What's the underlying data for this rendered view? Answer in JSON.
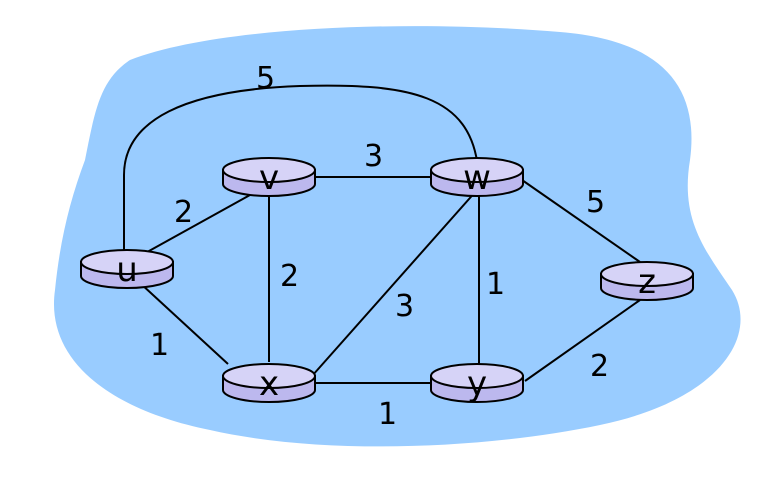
{
  "colors": {
    "cloud": "#99ccff",
    "router_body": "#bcb8ee",
    "router_top": "#d6d3f7",
    "edge": "#000000"
  },
  "nodes": [
    {
      "id": "u",
      "label": "u"
    },
    {
      "id": "v",
      "label": "v"
    },
    {
      "id": "w",
      "label": "w"
    },
    {
      "id": "x",
      "label": "x"
    },
    {
      "id": "y",
      "label": "y"
    },
    {
      "id": "z",
      "label": "z"
    }
  ],
  "edges": [
    {
      "id": "u-w",
      "from": "u",
      "to": "w",
      "weight": "5"
    },
    {
      "id": "u-v",
      "from": "u",
      "to": "v",
      "weight": "2"
    },
    {
      "id": "u-x",
      "from": "u",
      "to": "x",
      "weight": "1"
    },
    {
      "id": "v-w",
      "from": "v",
      "to": "w",
      "weight": "3"
    },
    {
      "id": "v-x",
      "from": "v",
      "to": "x",
      "weight": "2"
    },
    {
      "id": "x-w",
      "from": "x",
      "to": "w",
      "weight": "3"
    },
    {
      "id": "x-y",
      "from": "x",
      "to": "y",
      "weight": "1"
    },
    {
      "id": "w-y",
      "from": "w",
      "to": "y",
      "weight": "1"
    },
    {
      "id": "w-z",
      "from": "w",
      "to": "z",
      "weight": "5"
    },
    {
      "id": "y-z",
      "from": "y",
      "to": "z",
      "weight": "2"
    }
  ]
}
